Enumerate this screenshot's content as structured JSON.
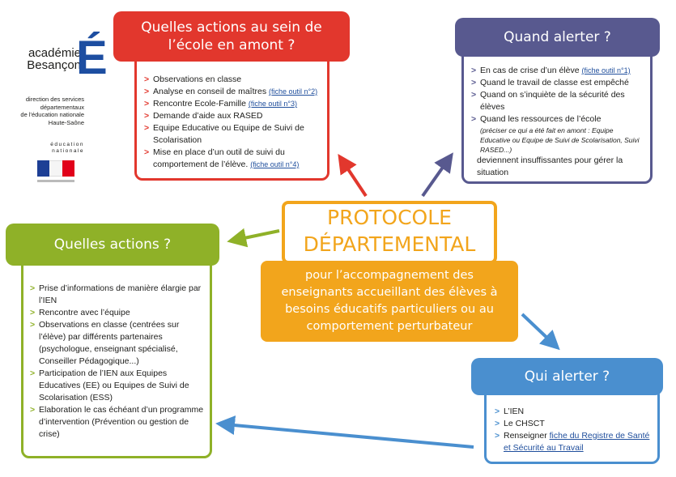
{
  "logo": {
    "word1": "académie",
    "word2": "Besançon",
    "letter": "É",
    "dept_lines": [
      "direction des services",
      "départementaux",
      "de l'éducation nationale",
      "Haute-Saône"
    ],
    "ministry_lines": [
      "éducation",
      "nationale"
    ]
  },
  "amont": {
    "title": "Quelles actions au sein de l’école en amont ?",
    "items": [
      {
        "text": "Observations en classe",
        "link": ""
      },
      {
        "text": "Analyse en conseil de maîtres ",
        "link": "(fiche outil n°2)"
      },
      {
        "text": "Rencontre Ecole-Famille ",
        "link": "(fiche outil n°3)"
      },
      {
        "text": "Demande d’aide aux RASED",
        "link": ""
      },
      {
        "text": "Equipe Educative ou Equipe de Suivi de Scolarisation",
        "link": ""
      },
      {
        "text": "Mise en place d’un outil de suivi du comportement de l’élève. ",
        "link": "(fiche outil n°4)"
      }
    ]
  },
  "quand": {
    "title": "Quand alerter ?",
    "items": [
      {
        "text": "En cas de crise d’un élève ",
        "link": "(fiche outil n°1)"
      },
      {
        "text": "Quand le travail de classe est empêché",
        "link": ""
      },
      {
        "text": "Quand on s’inquiète de la sécurité des élèves",
        "link": ""
      },
      {
        "text": "Quand les ressources de l’école",
        "note": "(préciser ce qui a été fait en amont : Equipe Educative ou Equipe de Suivi de Scolarisation, Suivi RASED...)",
        "tail": " deviennent insuffissantes pour gérer la situation"
      }
    ]
  },
  "actions": {
    "title": "Quelles actions ?",
    "items": [
      "Prise d’informations de manière élargie par l’IEN",
      "Rencontre avec l’équipe",
      "Observations en classe (centrées sur l’élève) par différents partenaires (psychologue, enseignant spécialisé, Conseiller Pédagogique...)",
      "Participation de l’IEN aux Equipes Educatives (EE) ou Equipes de Suivi de Scolarisation (ESS)",
      "Elaboration le cas échéant d’un programme d’intervention (Prévention ou gestion de crise)"
    ]
  },
  "qui": {
    "title": "Qui alerter ?",
    "items": [
      {
        "text": "L’IEN",
        "link": ""
      },
      {
        "text": "Le CHSCT",
        "link": ""
      },
      {
        "text": "Renseigner ",
        "link": "fiche du Registre de Santé et Sécurité au Travail"
      }
    ]
  },
  "center": {
    "title_line1": "PROTOCOLE",
    "title_line2": "DÉPARTEMENTAL",
    "subtitle": "pour l’accompagnement des enseignants accueillant des élèves à besoins éducatifs particuliers ou au comportement perturbateur"
  },
  "marker": ">",
  "colors": {
    "red": "#e2372d",
    "indigo": "#58598f",
    "green": "#8fb128",
    "light_blue": "#4a8fcf",
    "orange": "#f2a51c"
  }
}
